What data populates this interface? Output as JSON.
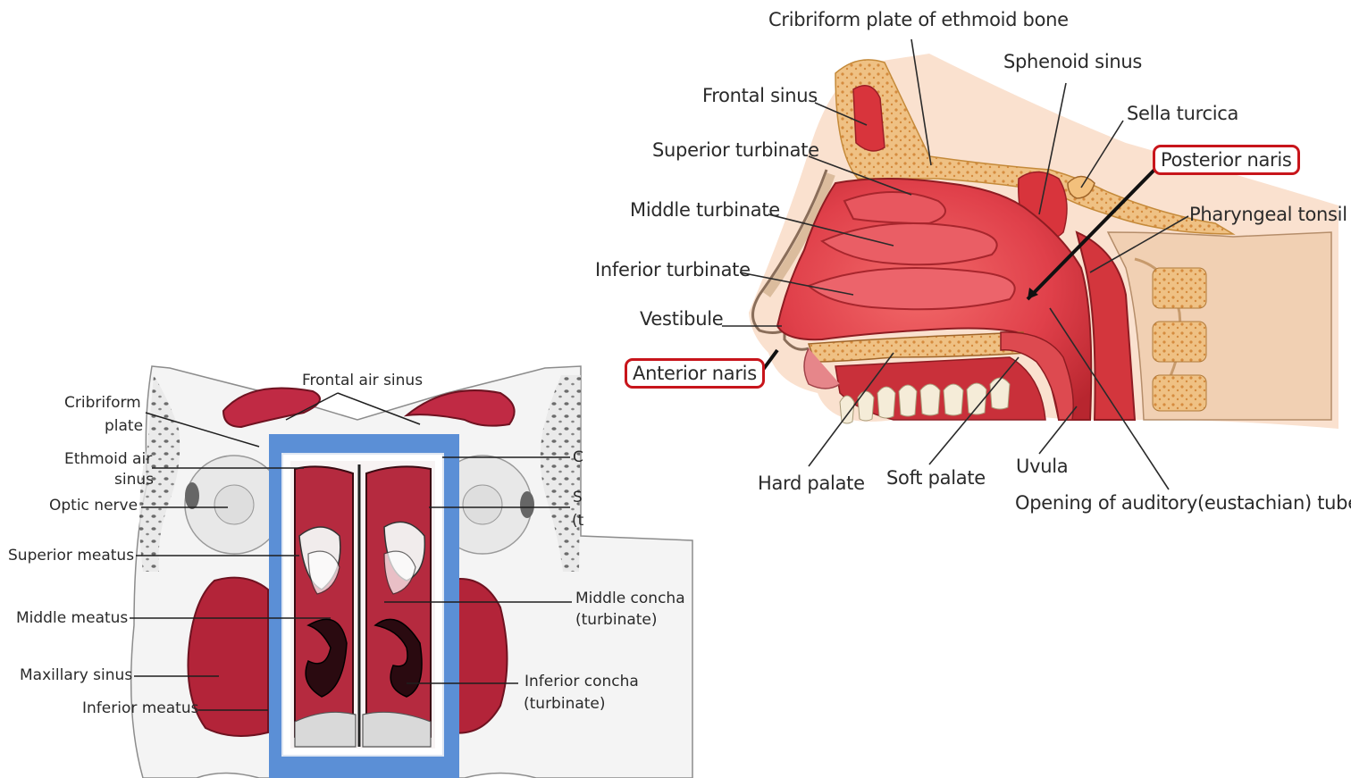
{
  "sagittal": {
    "labels": {
      "cribriform": "Cribriform plate of ethmoid bone",
      "sphenoid": "Sphenoid sinus",
      "frontal": "Frontal sinus",
      "sella": "Sella turcica",
      "superior_turbinate": "Superior turbinate",
      "posterior_naris": "Posterior naris",
      "middle_turbinate": "Middle turbinate",
      "pharyngeal_tonsil": "Pharyngeal tonsil",
      "inferior_turbinate": "Inferior turbinate",
      "vestibule": "Vestibule",
      "anterior_naris": "Anterior naris",
      "hard_palate": "Hard palate",
      "soft_palate": "Soft palate",
      "uvula": "Uvula",
      "auditory_tube": "Opening of auditory(eustachian) tube"
    },
    "highlight_color": "#c8151b"
  },
  "coronal": {
    "labels": {
      "frontal_air_sinus": "Frontal air sinus",
      "cribriform_1": "Cribriform",
      "cribriform_2": "plate",
      "ethmoid_1": "Ethmoid air",
      "ethmoid_2": "sinus",
      "optic_nerve": "Optic nerve",
      "superior_meatus": "Superior meatus",
      "middle_meatus": "Middle meatus",
      "maxillary_sinus": "Maxillary sinus",
      "inferior_meatus": "Inferior meatus",
      "middle_concha_1": "Middle concha",
      "middle_concha_2": "(turbinate)",
      "inferior_concha_1": "Inferior concha",
      "inferior_concha_2": "(turbinate)",
      "cut_c": "C",
      "cut_s": "S",
      "cut_paren": "(t"
    },
    "frame_color": "#5b8fd6"
  }
}
